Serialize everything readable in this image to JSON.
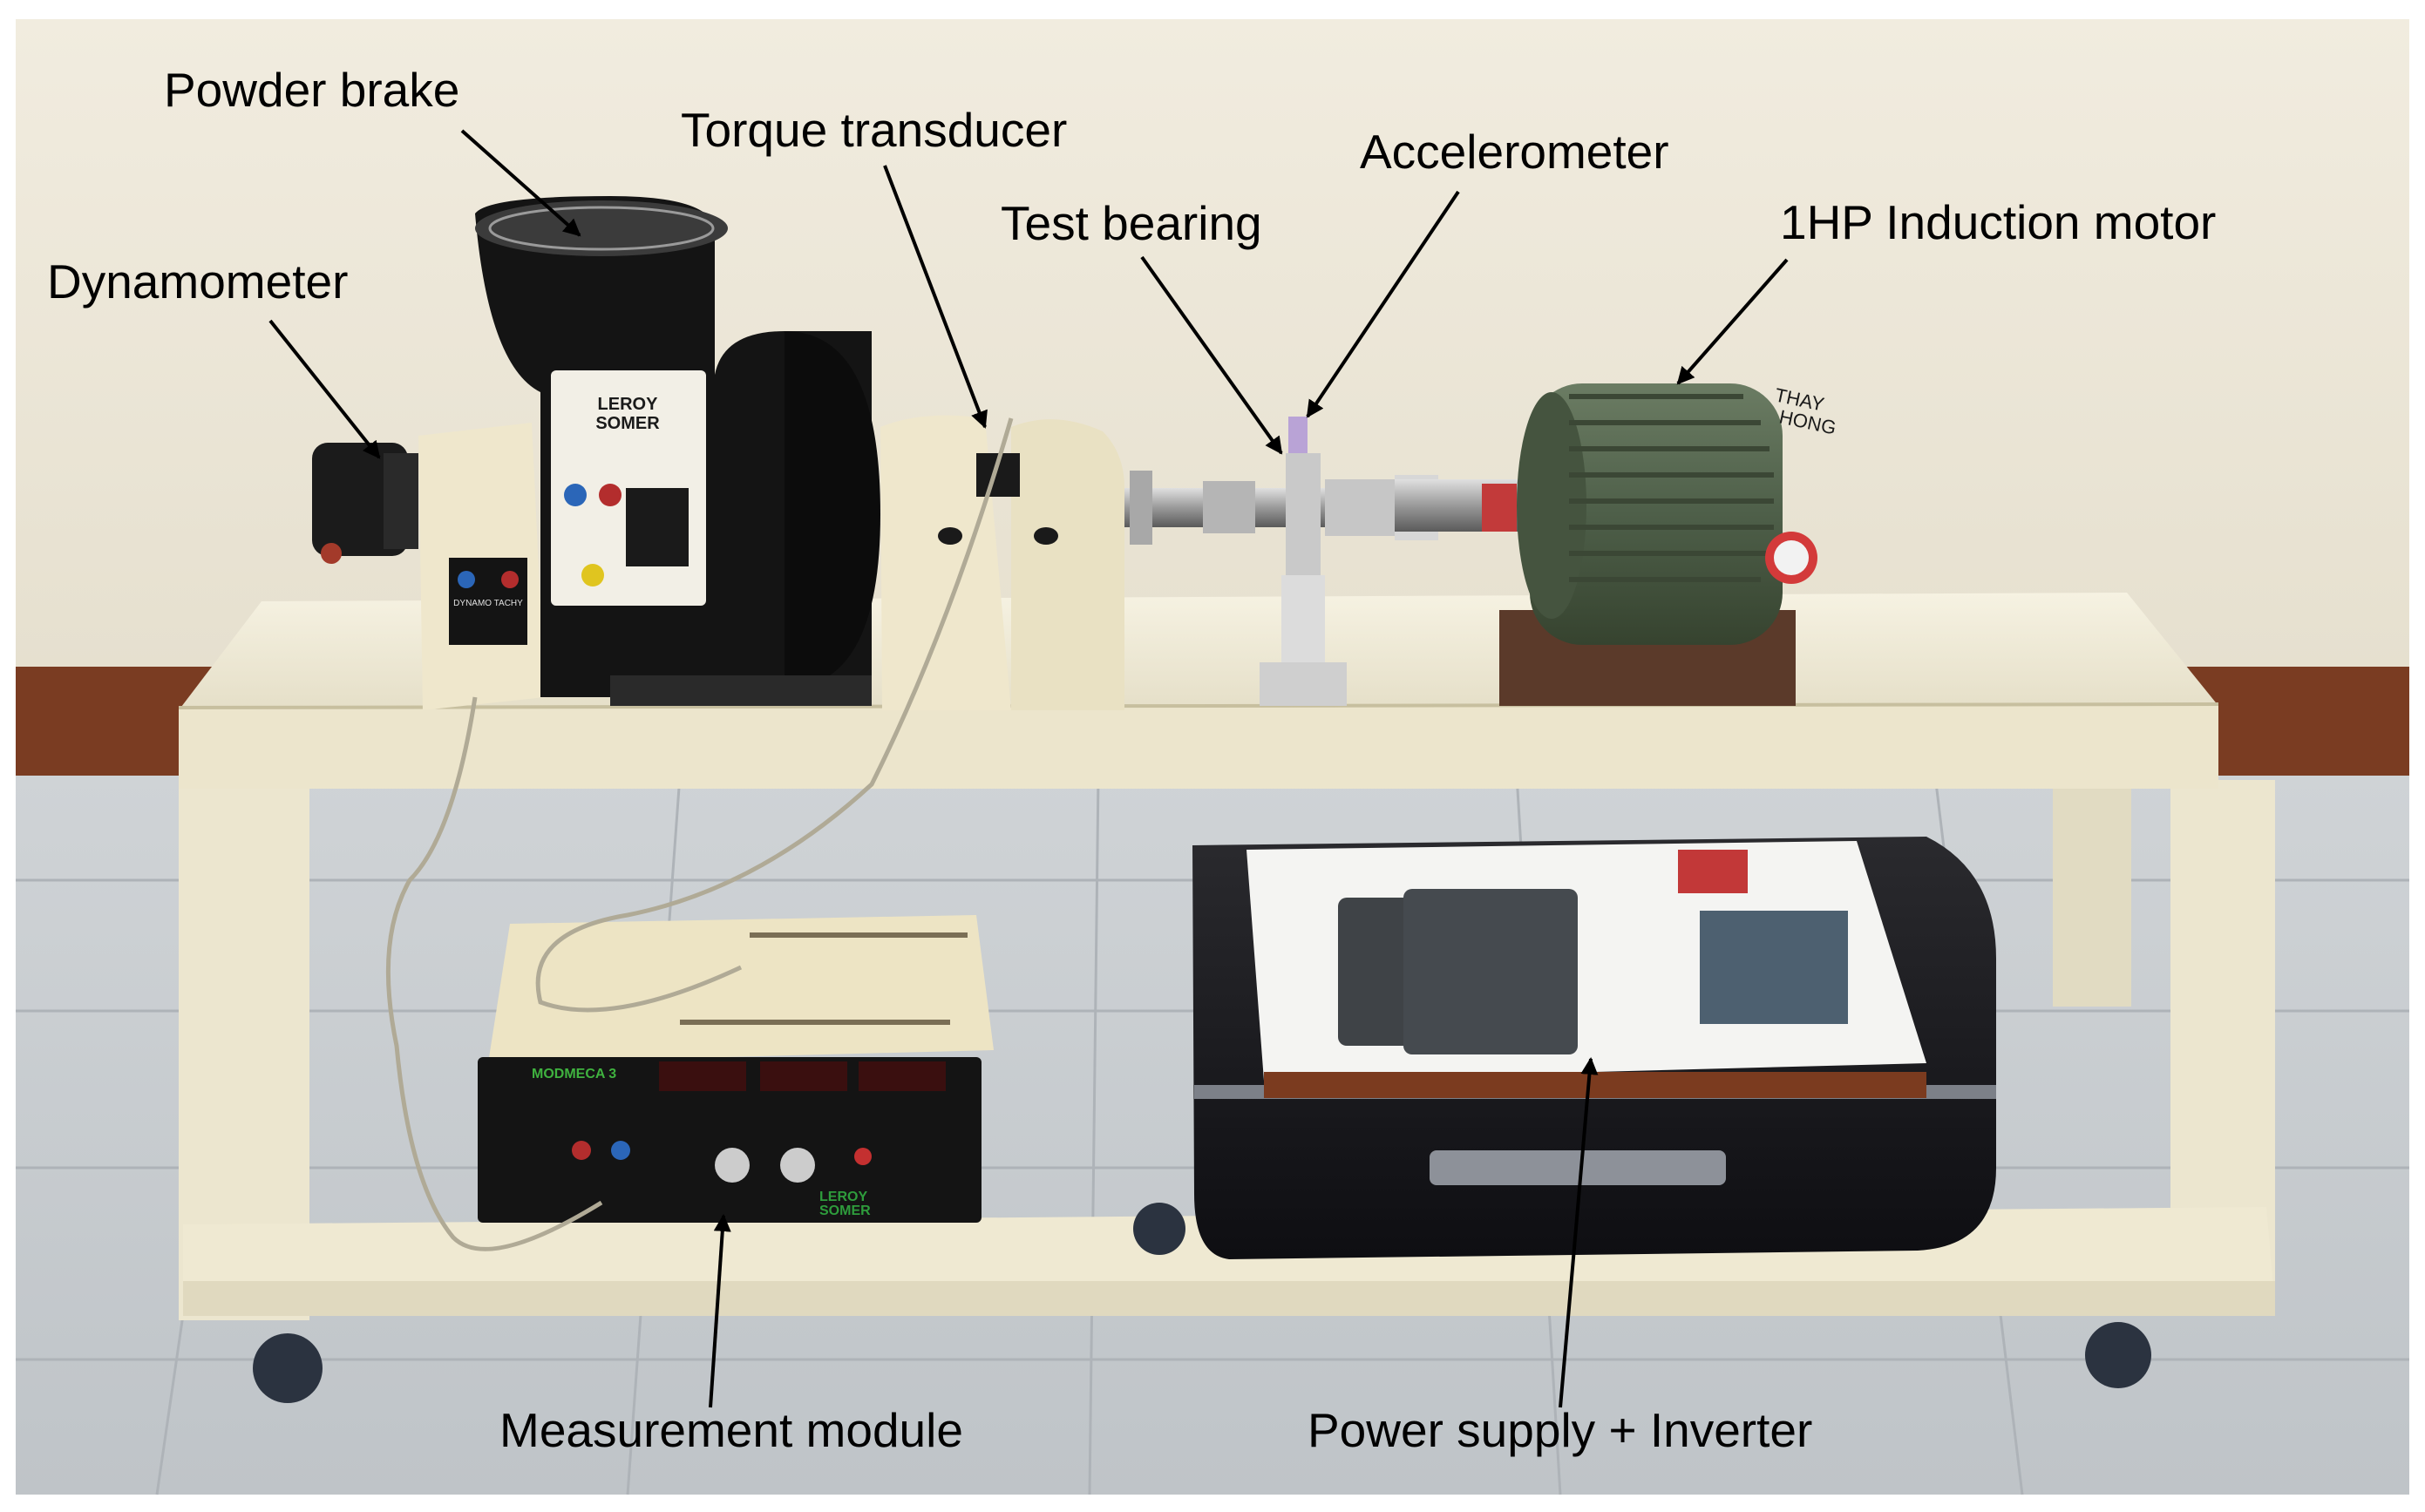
{
  "labels": {
    "powder_brake": "Powder brake",
    "torque_transducer": "Torque transducer",
    "accelerometer": "Accelerometer",
    "test_bearing": "Test bearing",
    "induction_motor": "1HP Induction motor",
    "dynamometer": "Dynamometer",
    "measurement_module": "Measurement module",
    "power_supply_inverter": "Power supply + Inverter"
  },
  "device_text": {
    "brake_brand_line1": "LEROY",
    "brake_brand_line2": "SOMER",
    "module_model": "MODMECA 3",
    "module_brand_line1": "LEROY",
    "module_brand_line2": "SOMER",
    "motor_handwriting_line1": "THAY",
    "motor_handwriting_line2": "HONG",
    "dynamo_tag": "DYNAMO TACHY"
  },
  "colors": {
    "wall": "#efeadd",
    "floor": "#c9ced2",
    "baseboard": "#7a3c22",
    "bench": "#f2edd8",
    "brake_body": "#141414",
    "motor_green": "#4d5e48",
    "module_front": "#1a1a1a",
    "label_text": "#000000"
  }
}
